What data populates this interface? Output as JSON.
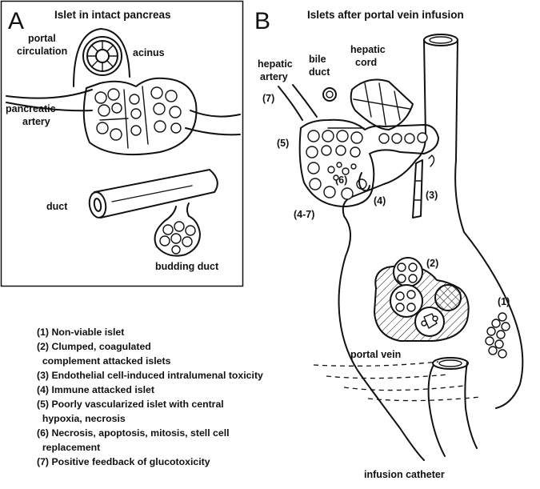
{
  "panel_a": {
    "letter": "A",
    "title": "Islet in intact pancreas",
    "labels": {
      "portal_circulation_1": "portal",
      "portal_circulation_2": "circulation",
      "acinus": "acinus",
      "pancreatic_artery_1": "pancreatic",
      "pancreatic_artery_2": "artery",
      "duct": "duct",
      "budding_duct": "budding duct"
    }
  },
  "panel_b": {
    "letter": "B",
    "title": "Islets after portal vein infusion",
    "labels": {
      "hepatic_artery_1": "hepatic",
      "hepatic_artery_2": "artery",
      "bile_duct_1": "bile",
      "bile_duct_2": "duct",
      "hepatic_cord_1": "hepatic",
      "hepatic_cord_2": "cord",
      "portal_vein": "portal vein",
      "infusion_catheter": "infusion catheter",
      "n7": "(7)",
      "n5": "(5)",
      "n6": "(6)",
      "n4": "(4)",
      "n3": "(3)",
      "n47": "(4-7)",
      "n2": "(2)",
      "n1": "(1)"
    }
  },
  "legend": [
    "(1) Non-viable islet",
    "(2) Clumped, coagulated",
    "  complement attacked islets",
    "(3) Endothelial cell-induced intralumenal toxicity",
    "(4) Immune attacked islet",
    "(5) Poorly vascularized islet with central",
    "  hypoxia, necrosis",
    "(6) Necrosis, apoptosis, mitosis, stell cell",
    "  replacement",
    "(7) Positive feedback of glucotoxicity"
  ]
}
